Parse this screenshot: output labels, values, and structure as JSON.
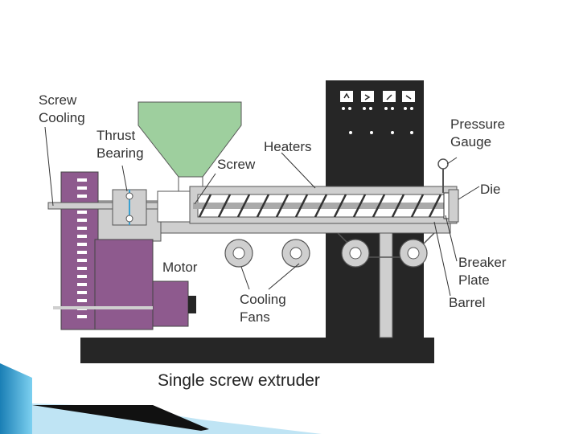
{
  "diagram": {
    "caption": "Single screw extruder",
    "labels": {
      "screw_cooling": [
        "Screw",
        "Cooling"
      ],
      "thrust_bearing": [
        "Thrust",
        "Bearing"
      ],
      "heaters": "Heaters",
      "screw": "Screw",
      "pressure_gauge": [
        "Pressure",
        "Gauge"
      ],
      "die": "Die",
      "motor": "Motor",
      "cooling_fans": [
        "Cooling",
        "Fans"
      ],
      "breaker_plate": [
        "Breaker",
        "Plate"
      ],
      "barrel": "Barrel"
    }
  },
  "colors": {
    "machine_gray": "#cfcfcf",
    "outline": "#555555",
    "motor_purple": "#8e5a8e",
    "hopper_green": "#9ecf9e",
    "panel_black": "#262626",
    "accent_blue": "#3aa0d0"
  }
}
